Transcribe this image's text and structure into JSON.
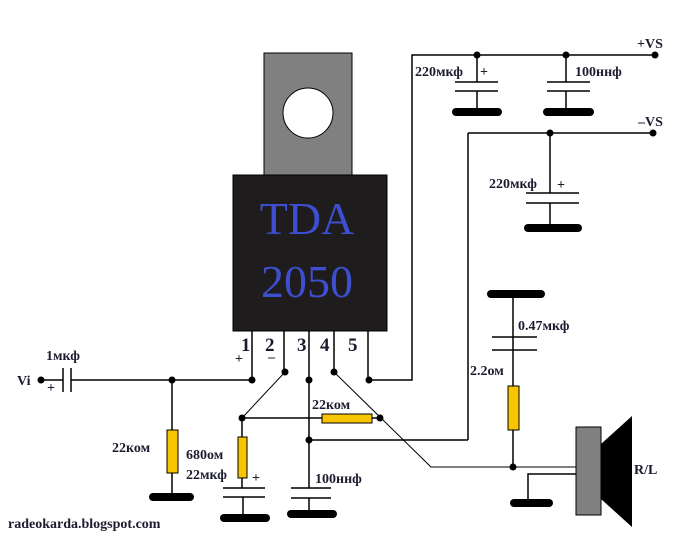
{
  "chip": {
    "line1": "TDA",
    "line2": "2050",
    "body_color": "#1e1c1c",
    "tab_color": "#808080",
    "text_color": "#3d4fd0"
  },
  "pins": [
    {
      "number": "1",
      "polarity": "+"
    },
    {
      "number": "2",
      "polarity": "–"
    },
    {
      "number": "3",
      "polarity": ""
    },
    {
      "number": "4",
      "polarity": ""
    },
    {
      "number": "5",
      "polarity": ""
    }
  ],
  "terminals": {
    "input": "Vi",
    "pos_supply": "+VS",
    "neg_supply": "–VS",
    "speaker": "R/L"
  },
  "components": {
    "c_input": {
      "value": "1мкф",
      "polarity": "+"
    },
    "r_input": {
      "value": "22ком"
    },
    "r_feedback": {
      "value": "22ком"
    },
    "r_gain": {
      "value": "680ом"
    },
    "c_gain": {
      "value": "22мкф",
      "polarity": "+"
    },
    "c_pin3": {
      "value": "100ннф"
    },
    "c_pos_bulk": {
      "value": "220мкф",
      "polarity": "+"
    },
    "c_pos_bypass": {
      "value": "100ннф"
    },
    "c_neg_bulk": {
      "value": "220мкф",
      "polarity": "+"
    },
    "c_zobel": {
      "value": "0.47мкф"
    },
    "r_zobel": {
      "value": "2.2ом"
    }
  },
  "resistor_color": "#f7c600",
  "footer": {
    "credit": "radeokarda.blogspot.com"
  }
}
